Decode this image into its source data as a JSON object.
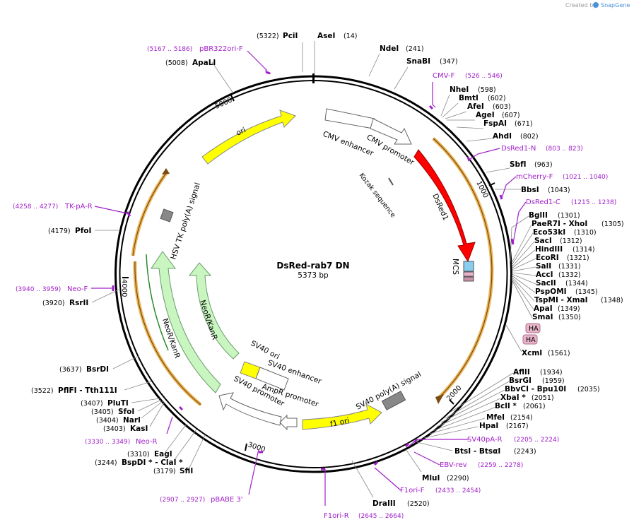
{
  "credit": {
    "text": "Created by",
    "brand": "SnapGene"
  },
  "plasmid": {
    "name": "DsRed-rab7 DN",
    "length": "5373 bp"
  },
  "ticks": [
    "1000",
    "2000",
    "3000",
    "4000",
    "5000"
  ],
  "features": {
    "cmv_enhancer": "CMV enhancer",
    "cmv_promoter": "CMV promoter",
    "kozak": "Kozak sequence",
    "dsred1": "DsRed1",
    "mcs": "MCS",
    "ha1": "HA",
    "ha2": "HA",
    "ori": "ori",
    "hsv_tk": "HSV TK poly(A) signal",
    "neokanr_outer": "NeoR/KanR",
    "neokanr_inner": "NeoR/KanR",
    "sv40_ori": "SV40 ori",
    "sv40_enhancer": "SV40 enhancer",
    "sv40_promoter": "SV40 promoter",
    "ampr_promoter": "AmpR promoter",
    "f1_ori": "f1 ori",
    "sv40_polya": "SV40 poly(A) signal"
  },
  "enzymes": [
    {
      "pos": "(5322)",
      "name": "PciI"
    },
    {
      "pos": "(14)",
      "name": "AseI"
    },
    {
      "pos": "(241)",
      "name": "NdeI"
    },
    {
      "pos": "(347)",
      "name": "SnaBI"
    },
    {
      "pos": "(598)",
      "name": "NheI"
    },
    {
      "pos": "(602)",
      "name": "BmtI"
    },
    {
      "pos": "(603)",
      "name": "AfeI"
    },
    {
      "pos": "(607)",
      "name": "AgeI"
    },
    {
      "pos": "(671)",
      "name": "FspAI"
    },
    {
      "pos": "(802)",
      "name": "AhdI"
    },
    {
      "pos": "(963)",
      "name": "SbfI"
    },
    {
      "pos": "(1043)",
      "name": "BbsI"
    },
    {
      "pos": "(1301)",
      "name": "BglII"
    },
    {
      "pos": "(1305)",
      "name": "PaeR7I - XhoI"
    },
    {
      "pos": "(1310)",
      "name": "Eco53kI"
    },
    {
      "pos": "(1312)",
      "name": "SacI"
    },
    {
      "pos": "(1314)",
      "name": "HindIII"
    },
    {
      "pos": "(1321)",
      "name": "EcoRI"
    },
    {
      "pos": "(1331)",
      "name": "SalI"
    },
    {
      "pos": "(1332)",
      "name": "AccI"
    },
    {
      "pos": "(1344)",
      "name": "SacII"
    },
    {
      "pos": "(1345)",
      "name": "PspOMI"
    },
    {
      "pos": "(1348)",
      "name": "TspMI - XmaI"
    },
    {
      "pos": "(1349)",
      "name": "ApaI"
    },
    {
      "pos": "(1350)",
      "name": "SmaI"
    },
    {
      "pos": "(1561)",
      "name": "XcmI"
    },
    {
      "pos": "(1934)",
      "name": "AflII"
    },
    {
      "pos": "(1959)",
      "name": "BsrGI"
    },
    {
      "pos": "(2035)",
      "name": "BbvCI - Bpu10I"
    },
    {
      "pos": "(2051)",
      "name": "XbaI *"
    },
    {
      "pos": "(2061)",
      "name": "BclI *"
    },
    {
      "pos": "(2154)",
      "name": "MfeI"
    },
    {
      "pos": "(2167)",
      "name": "HpaI"
    },
    {
      "pos": "(2243)",
      "name": "BtsI - BtsαI"
    },
    {
      "pos": "(2290)",
      "name": "MluI"
    },
    {
      "pos": "(2520)",
      "name": "DraIII"
    },
    {
      "pos": "(3179)",
      "name": "SfiI"
    },
    {
      "pos": "(3244)",
      "name": "BspDI * - ClaI *"
    },
    {
      "pos": "(3310)",
      "name": "EagI"
    },
    {
      "pos": "(3403)",
      "name": "KasI"
    },
    {
      "pos": "(3404)",
      "name": "NarI"
    },
    {
      "pos": "(3405)",
      "name": "SfoI"
    },
    {
      "pos": "(3407)",
      "name": "PluTI"
    },
    {
      "pos": "(3522)",
      "name": "PflFI - Tth111I"
    },
    {
      "pos": "(3637)",
      "name": "BsrDI"
    },
    {
      "pos": "(3920)",
      "name": "RsrII"
    },
    {
      "pos": "(4179)",
      "name": "PfoI"
    },
    {
      "pos": "(5008)",
      "name": "ApaLI"
    }
  ],
  "primers": [
    {
      "name": "pBR322ori-F",
      "range": "(5167 .. 5186)"
    },
    {
      "name": "CMV-F",
      "range": "(526 .. 546)"
    },
    {
      "name": "DsRed1-N",
      "range": "(803 .. 823)"
    },
    {
      "name": "mCherry-F",
      "range": "(1021 .. 1040)"
    },
    {
      "name": "DsRed1-C",
      "range": "(1215 .. 1238)"
    },
    {
      "name": "SV40pA-R",
      "range": "(2205 .. 2224)"
    },
    {
      "name": "EBV-rev",
      "range": "(2259 .. 2278)"
    },
    {
      "name": "F1ori-F",
      "range": "(2433 .. 2454)"
    },
    {
      "name": "F1ori-R",
      "range": "(2645 .. 2664)"
    },
    {
      "name": "pBABE 3'",
      "range": "(2907 .. 2927)"
    },
    {
      "name": "Neo-R",
      "range": "(3330 .. 3349)"
    },
    {
      "name": "Neo-F",
      "range": "(3940 .. 3959)"
    },
    {
      "name": "TK-pA-R",
      "range": "(4258 .. 4277)"
    }
  ],
  "colors": {
    "dsred": "#ff0000",
    "ori": "#ffff00",
    "neo": "#c8f5c0",
    "primer": "#a020c8",
    "ha": "#e8b4c8",
    "mcs": "#88ccee",
    "orange": "#e8a838"
  }
}
